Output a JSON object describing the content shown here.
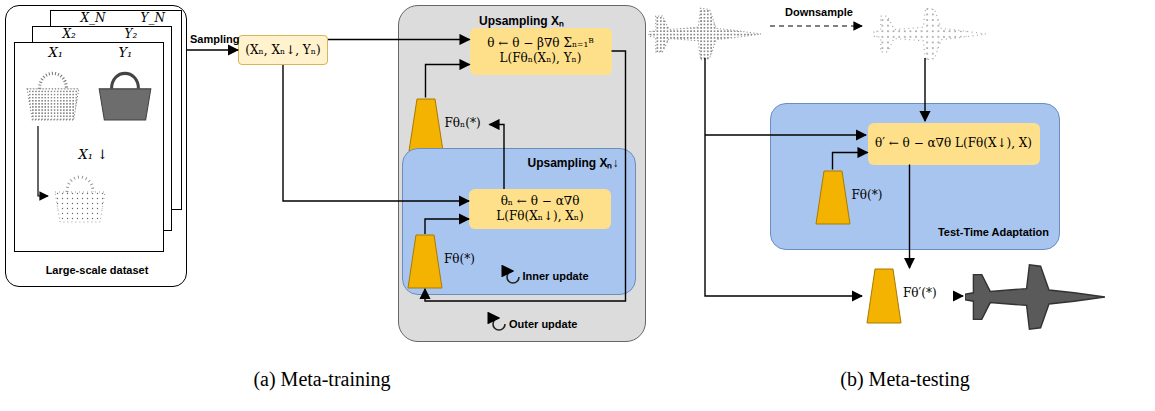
{
  "diagram": {
    "nodes": [
      {
        "text": [
          "Large-scale dataset"
        ]
      },
      {
        "text": [
          "X_N",
          "Y_N"
        ],
        "in": 0
      },
      {
        "text": [
          "X₂",
          "Y₂"
        ],
        "in": 0
      },
      {
        "text": [
          "X₁",
          "Y₁",
          "X₁ ↓"
        ],
        "in": 0
      },
      {
        "text": [
          "(Xₙ, Xₙ↓, Yₙ)"
        ]
      },
      {
        "text": [
          "Upsampling Xₙ",
          "Outer update"
        ]
      },
      {
        "text": [
          "θ ← θ − β∇θ Σₙ₌₁ᴮ L(Fθₙ(Xₙ), Yₙ)"
        ],
        "in": 5
      },
      {
        "text": [
          "Fθₙ(*)"
        ],
        "in": 5
      },
      {
        "text": [
          "Upsampling Xₙ↓",
          "Inner update"
        ],
        "in": 5
      },
      {
        "text": [
          "θₙ ← θ − α∇θ L(Fθ(Xₙ↓), Xₙ)"
        ],
        "in": 8
      },
      {
        "text": [
          "Fθ(*)"
        ],
        "in": 8
      },
      {
        "text": [
          "Test-Time Adaptation"
        ]
      },
      {
        "text": [
          "θ′ ← θ − α∇θ L(Fθ(X↓), X)"
        ],
        "in": 11
      },
      {
        "text": [
          "Fθ(*)"
        ],
        "in": 11
      },
      {
        "text": [
          "Fθ′(*)"
        ]
      }
    ],
    "edges": [
      {
        "from": 0,
        "to": 4,
        "arrow": "to",
        "label": "Sampling"
      },
      {
        "from": 4,
        "to": 6,
        "arrow": "to"
      },
      {
        "from": 4,
        "to": 9,
        "arrow": "to"
      },
      {
        "from": 10,
        "to": 9,
        "arrow": "to"
      },
      {
        "from": 9,
        "to": 7,
        "arrow": "to"
      },
      {
        "from": 7,
        "to": 6,
        "arrow": "to"
      },
      {
        "from": 6,
        "to": 10,
        "arrow": "to"
      },
      {
        "from": 13,
        "to": 12,
        "arrow": "to"
      },
      {
        "from": 12,
        "to": 14,
        "arrow": "to"
      }
    ],
    "labels": [
      "Downsample",
      "(a) Meta-training",
      "(b) Meta-testing"
    ]
  }
}
